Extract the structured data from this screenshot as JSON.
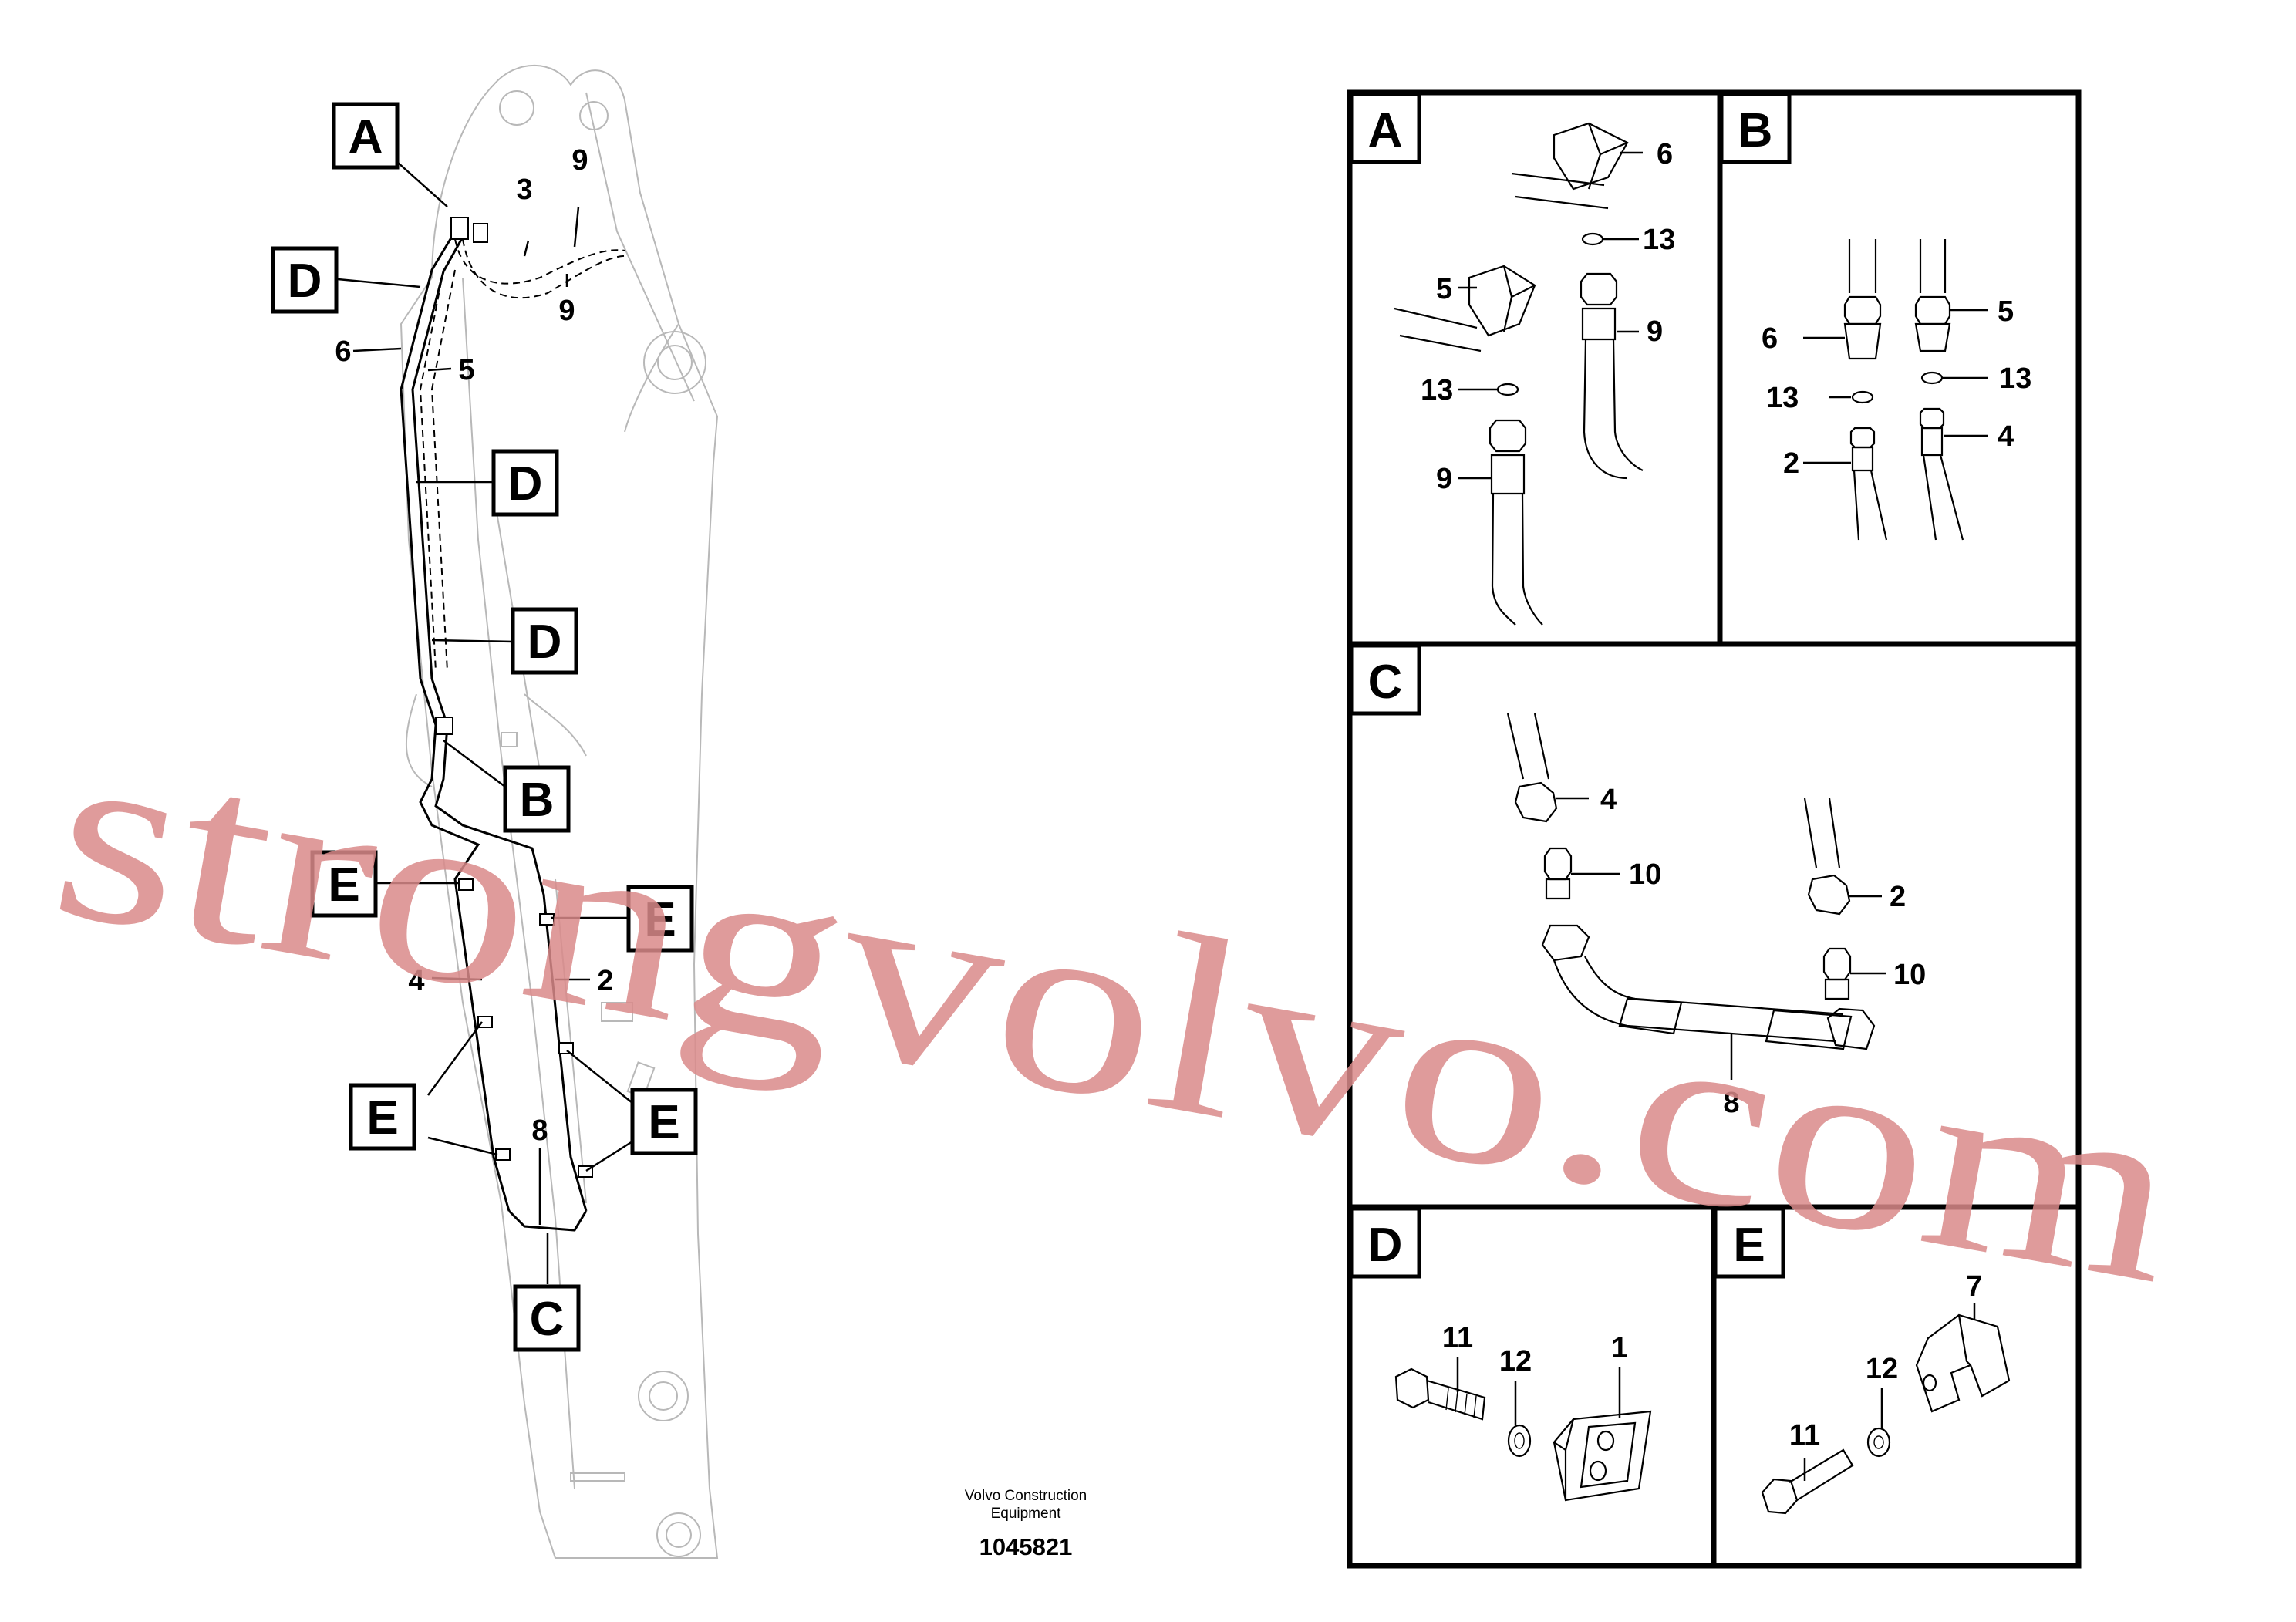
{
  "main_view": {
    "box_labels": [
      "A",
      "D",
      "D",
      "D",
      "B",
      "E",
      "E",
      "E",
      "E",
      "C"
    ],
    "callouts": [
      "3",
      "9",
      "9",
      "6",
      "5",
      "4",
      "2",
      "8"
    ]
  },
  "panels": {
    "A": {
      "letter": "A",
      "callouts": [
        "6",
        "13",
        "9",
        "5",
        "13",
        "9"
      ]
    },
    "B": {
      "letter": "B",
      "callouts": [
        "6",
        "5",
        "13",
        "13",
        "2",
        "4"
      ]
    },
    "C": {
      "letter": "C",
      "callouts": [
        "4",
        "10",
        "2",
        "10",
        "8"
      ]
    },
    "D": {
      "letter": "D",
      "callouts": [
        "11",
        "12",
        "1"
      ]
    },
    "E": {
      "letter": "E",
      "callouts": [
        "7",
        "12",
        "11"
      ]
    }
  },
  "footer": {
    "company_line1": "Volvo Construction",
    "company_line2": "Equipment",
    "document_number": "1045821"
  },
  "watermark": {
    "text": "strongvolvo.com",
    "color": "#d98a8a"
  }
}
